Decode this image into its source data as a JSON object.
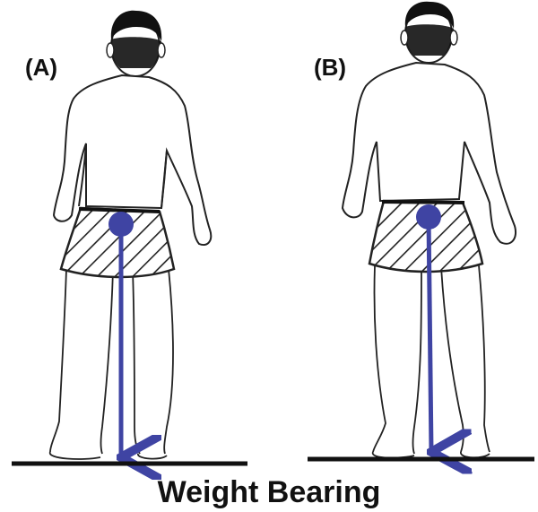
{
  "figure": {
    "panel_a_label": "(A)",
    "panel_b_label": "(B)",
    "caption": "Weight Bearing",
    "arrow_color": "#3f44a3",
    "hair_color": "#111111",
    "outline_color": "#222222",
    "floor_color": "#111111"
  }
}
